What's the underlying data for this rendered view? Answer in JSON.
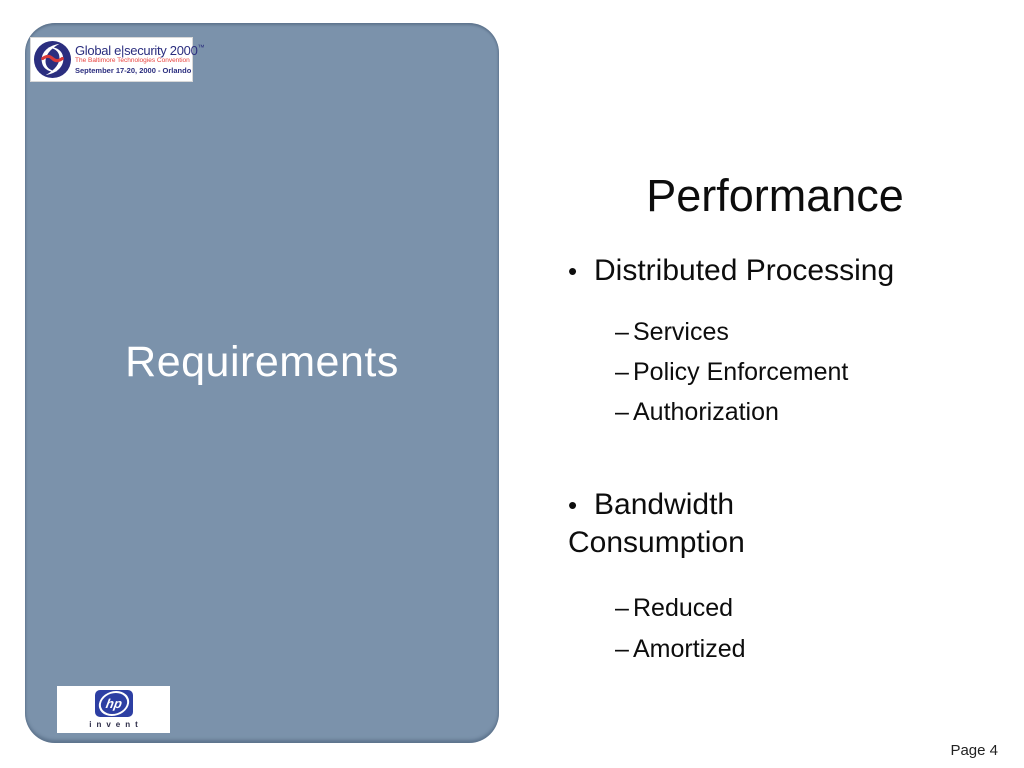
{
  "slide": {
    "panel_title": "Requirements",
    "page_label": "Page 4"
  },
  "event_logo": {
    "title": "Global e|security 2000",
    "trademark": "™",
    "subtitle": "The Baltimore Technologies Convention",
    "dates": "September 17-20, 2000 - Orlando"
  },
  "hp_logo": {
    "letters": "hp",
    "tagline": "invent"
  },
  "content": {
    "title": "Performance",
    "bullet_glyph": "•",
    "dash_glyph": "–",
    "bullets": [
      {
        "label": "Distributed Processing",
        "sub": [
          "Services",
          "Policy Enforcement",
          "Authorization"
        ]
      },
      {
        "label": "Bandwidth Consumption",
        "sub": [
          "Reduced",
          "Amortized"
        ]
      }
    ]
  },
  "colors": {
    "panel": "#7b92ab",
    "logo_navy": "#2b2e7f",
    "logo_red": "#e8433f",
    "hp_blue": "#2d3fa3",
    "text": "#0d0d0d"
  }
}
